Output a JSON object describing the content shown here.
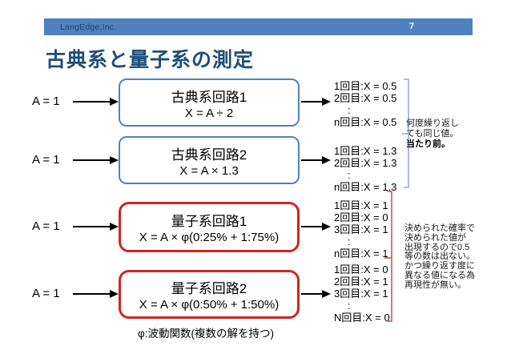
{
  "header": {
    "company": "LangEdge,Inc.",
    "page": "7"
  },
  "title": "古典系と量子系の測定",
  "rows": [
    {
      "kind": "classical",
      "input_label": "A = 1",
      "box_title": "古典系回路1",
      "box_formula": "X = A ÷ 2",
      "results": [
        "1回目:X = 0.5",
        "2回目:X = 0.5",
        ":",
        "n回目:X = 0.5"
      ]
    },
    {
      "kind": "classical",
      "input_label": "A = 1",
      "box_title": "古典系回路2",
      "box_formula": "X = A × 1.3",
      "results": [
        "1回目:X = 1.3",
        "2回目:X = 1.3",
        ":",
        "n回目:X = 1.3"
      ]
    },
    {
      "kind": "quantum",
      "input_label": "A = 1",
      "box_title": "量子系回路1",
      "box_formula": "X = A × φ(0:25% + 1:75%)",
      "results": [
        "1回目:X = 1",
        "2回目:X = 0",
        "3回目:X = 1",
        ":",
        "n回目:X = 1"
      ]
    },
    {
      "kind": "quantum",
      "input_label": "A = 1",
      "box_title": "量子系回路2",
      "box_formula": "X = A × φ(0:50% + 1:50%)",
      "results": [
        "1回目:X = 0",
        "2回目:X = 1",
        "3回目:X = 1",
        ":",
        "N回目:X = 0"
      ]
    }
  ],
  "annotations": {
    "classical": {
      "lines": [
        "何度繰り返し",
        "ても同じ値。"
      ],
      "emphasis": "当たり前。"
    },
    "quantum": {
      "lines": [
        "決められた確率で",
        "決められた値が",
        "出現するので0.5",
        "等の数は出ない。",
        "かつ繰り返す度に",
        "異なる値になる為",
        "再現性が無い。"
      ]
    }
  },
  "footer_note": "φ:波動関数(複数の解を持つ)",
  "colors": {
    "slide_bg": "#FFFFFF",
    "header_bar": "#4E81BD",
    "header_text": "#27466B",
    "page_number_text": "#FFFFFF",
    "title_text": "#1F4E79",
    "classical_border": "#4E81BD",
    "quantum_border": "#D02424",
    "classical_bracket": "#8096C8",
    "quantum_bracket": "#C0504D",
    "arrow": "#000000"
  }
}
